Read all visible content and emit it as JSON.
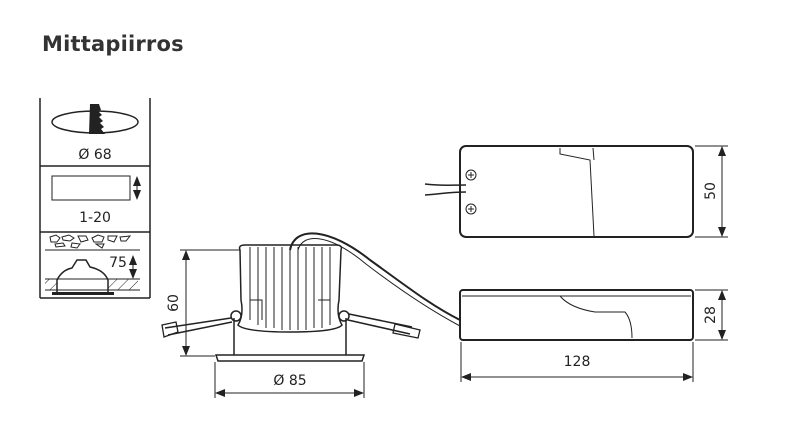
{
  "title": "Mittapiirros",
  "installation": {
    "cutout_label": "Ø 68",
    "ceiling_thickness_label": "1-20",
    "recess_depth_label": "75"
  },
  "luminaire": {
    "height_label": "60",
    "diameter_label": "Ø 85"
  },
  "driver": {
    "width_label": "50",
    "height_label": "28",
    "length_label": "128"
  },
  "colors": {
    "line": "#222222",
    "title": "#333333"
  }
}
